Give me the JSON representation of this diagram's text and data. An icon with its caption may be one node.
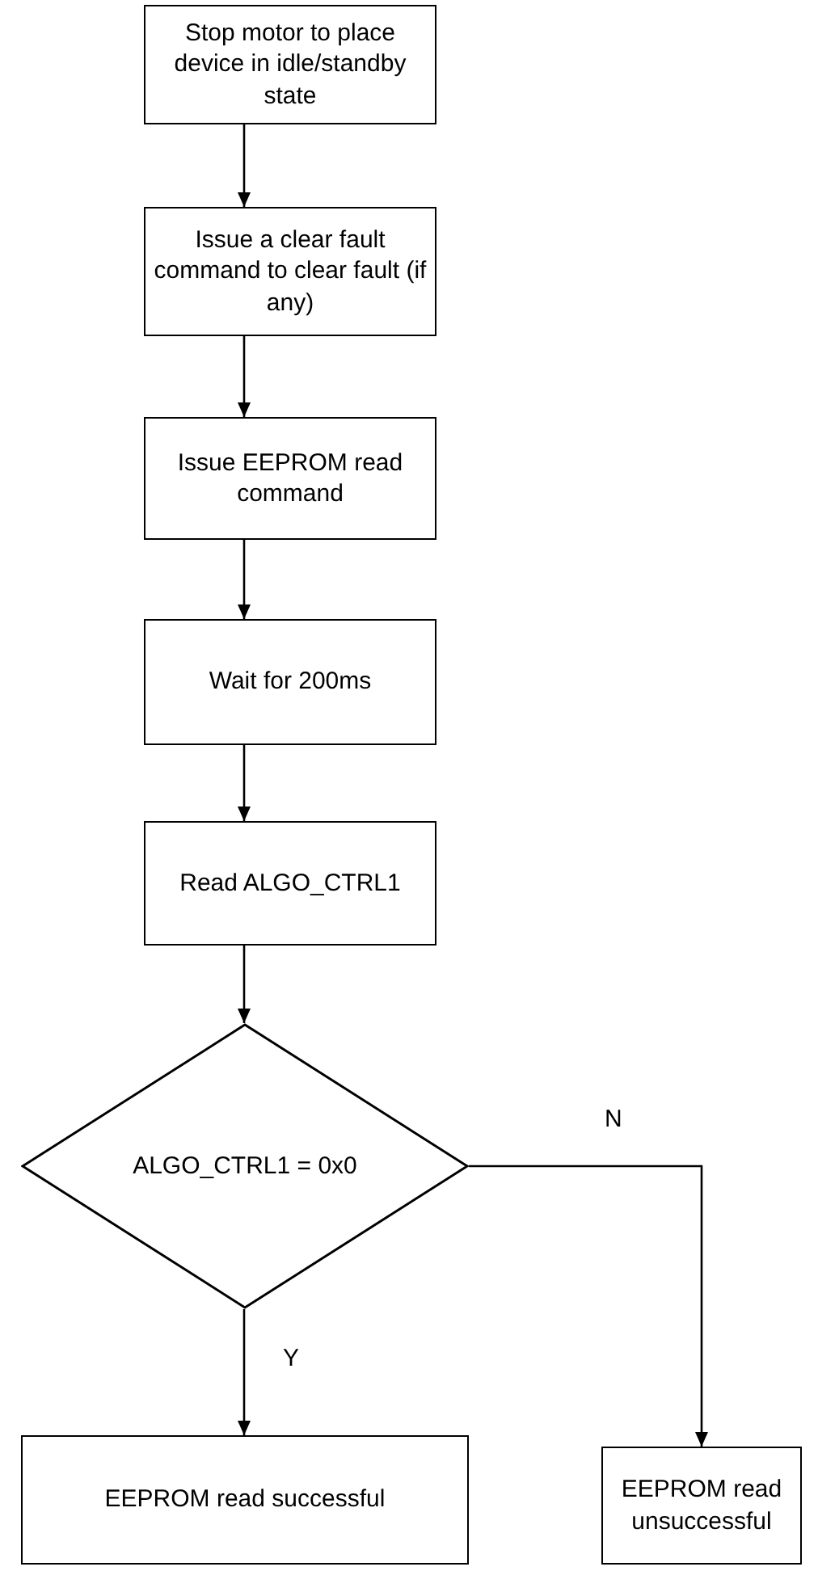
{
  "diagram": {
    "nodes": [
      {
        "text": [
          "Stop motor to place device in idle/standby state"
        ]
      },
      {
        "text": [
          "Issue a clear fault command to clear fault (if any)"
        ]
      },
      {
        "text": [
          "Issue EEPROM read command"
        ]
      },
      {
        "text": [
          "Wait for 200ms"
        ]
      },
      {
        "text": [
          "Read ALGO_CTRL1"
        ]
      },
      {
        "text": [
          "ALGO_CTRL1 = 0x0"
        ]
      },
      {
        "text": [
          "EEPROM read successful"
        ]
      },
      {
        "text": [
          "EEPROM read unsuccessful"
        ]
      }
    ],
    "edges": [
      {
        "from": 0,
        "to": 1,
        "arrow": "to"
      },
      {
        "from": 1,
        "to": 2,
        "arrow": "to"
      },
      {
        "from": 2,
        "to": 3,
        "arrow": "to"
      },
      {
        "from": 3,
        "to": 4,
        "arrow": "to"
      },
      {
        "from": 4,
        "to": 5,
        "arrow": "to"
      },
      {
        "from": 5,
        "to": 6,
        "arrow": "to",
        "label": "Y"
      },
      {
        "from": 5,
        "to": 7,
        "arrow": "to",
        "label": "N"
      }
    ]
  }
}
